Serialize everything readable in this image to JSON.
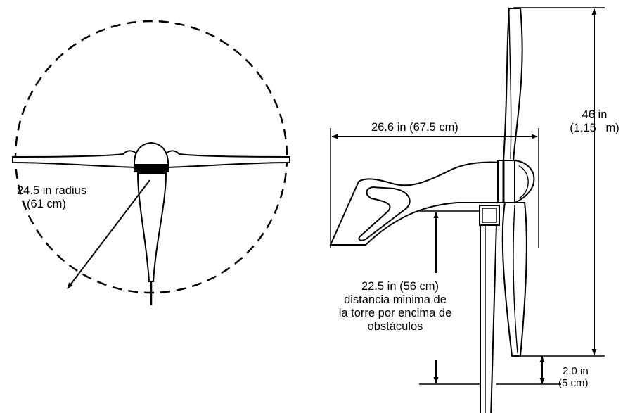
{
  "front_view": {
    "radius_label": "24.5 in radius",
    "radius_label_metric": "(61 cm)"
  },
  "side_view": {
    "length_label": "26.6 in (67.5 cm)",
    "height_label": "46 in",
    "height_label_metric": "(1.15   m)",
    "clearance_label": "22.5 in (56 cm)",
    "clearance_desc_1": "distancia minima de",
    "clearance_desc_2": "la torre por encima de",
    "clearance_desc_3": "obstáculos",
    "offset_label": "2.0 in",
    "offset_label_metric": "(5 cm)"
  },
  "colors": {
    "line": "#000000",
    "background": "#ffffff"
  }
}
